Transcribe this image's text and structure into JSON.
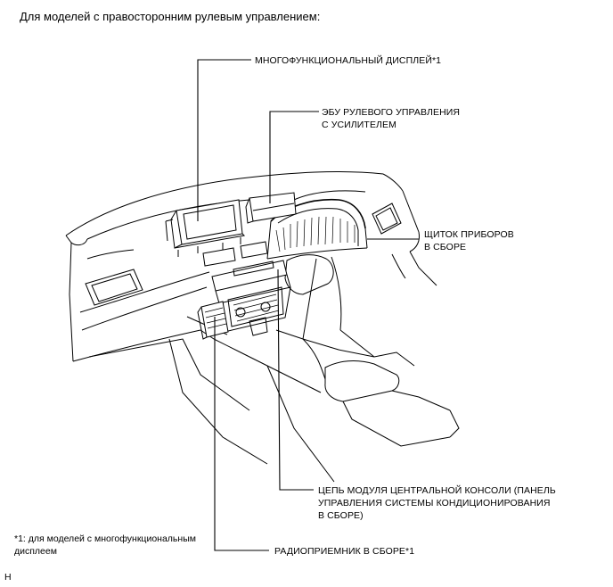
{
  "heading": "Для моделей с правосторонним рулевым управлением:",
  "callouts": {
    "multi_display": "МНОГОФУНКЦИОНАЛЬНЫЙ ДИСПЛЕЙ*1",
    "steering_ecu": [
      "ЭБУ РУЛЕВОГО УПРАВЛЕНИЯ",
      "С УСИЛИТЕЛЕМ"
    ],
    "combination_meter": [
      "ЩИТОК ПРИБОРОВ",
      "В СБОРЕ"
    ],
    "center_cluster": [
      "ЦЕПЬ МОДУЛЯ ЦЕНТРАЛЬНОЙ КОНСОЛИ (ПАНЕЛЬ",
      "УПРАВЛЕНИЯ СИСТЕМЫ КОНДИЦИОНИРОВАНИЯ",
      "В СБОРЕ)"
    ],
    "radio_receiver": "РАДИОПРИЕМНИК В СБОРЕ*1"
  },
  "footnote": [
    "*1: для моделей с многофункциональным",
    "дисплеем"
  ],
  "corner_mark": "H"
}
